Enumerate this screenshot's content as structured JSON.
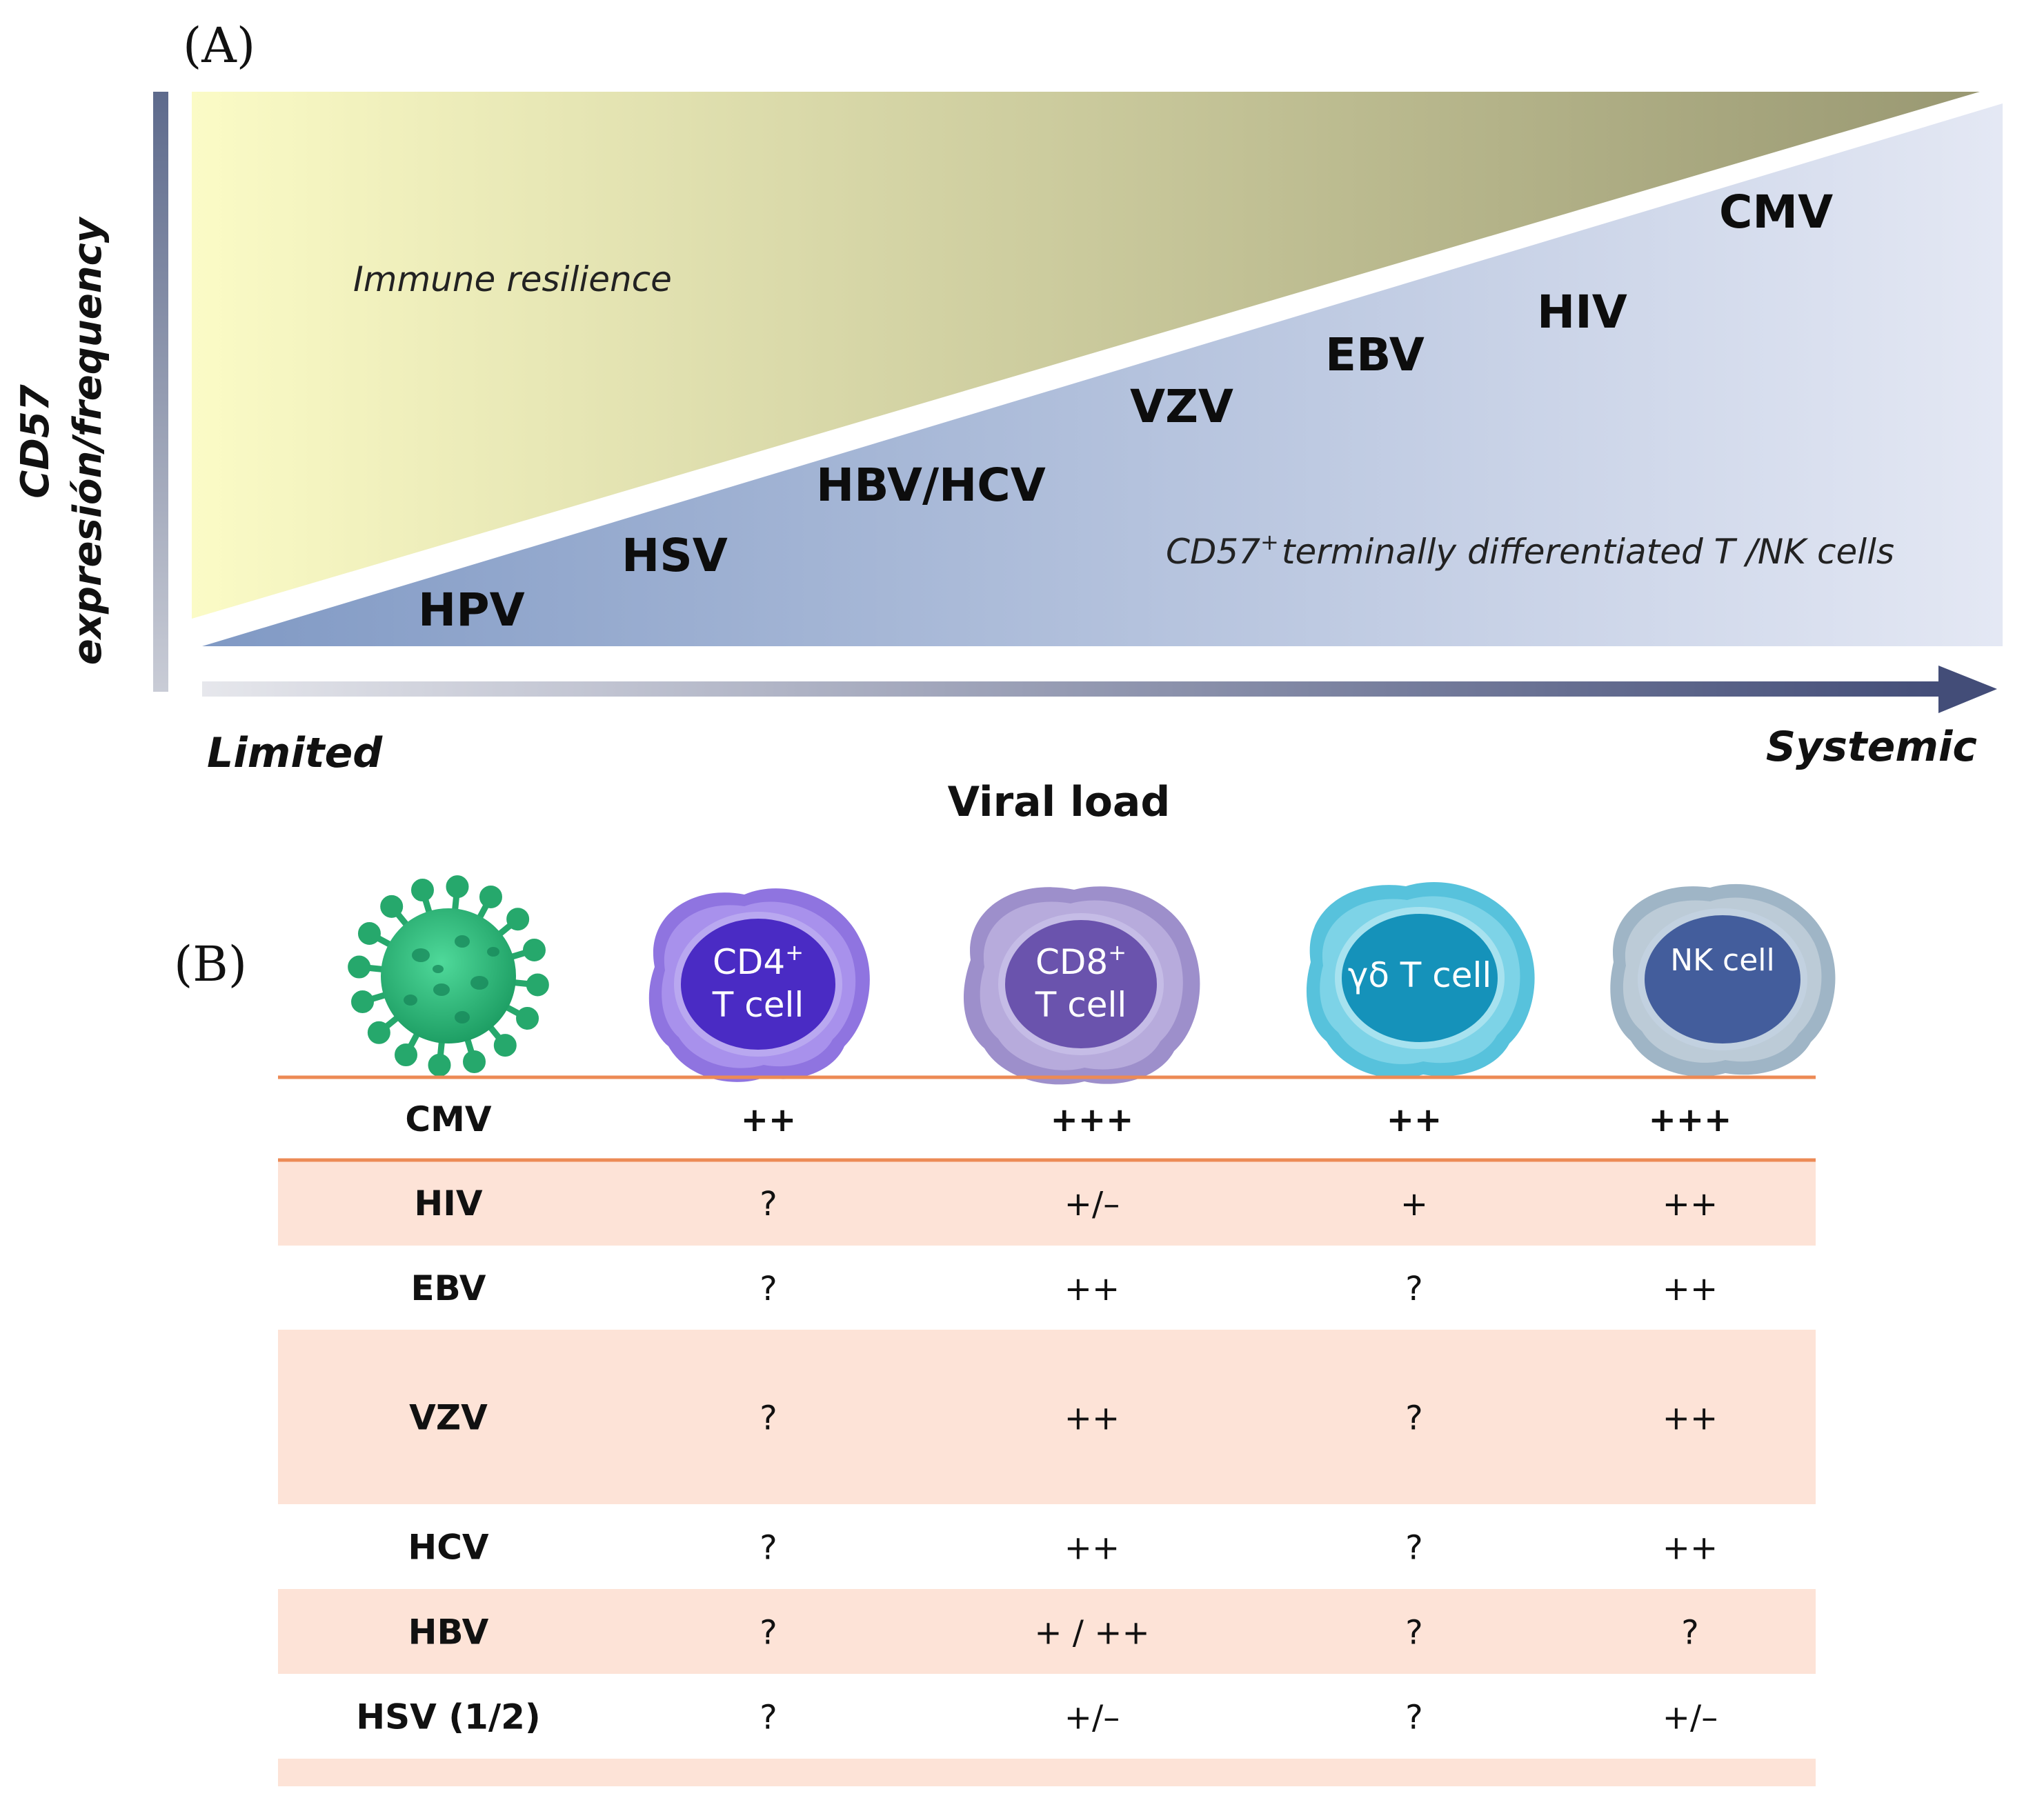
{
  "panel_a": {
    "label": "(A)",
    "y_axis_title_line1": "CD57",
    "y_axis_title_line2": "expresión/frequency",
    "x_axis_left": "Limited",
    "x_axis_right": "Systemic",
    "x_axis_title": "Viral load",
    "region_upper": "Immune resilience",
    "region_lower_prefix": "CD57",
    "region_lower_sup": "+",
    "region_lower_suffix": "terminally differentiated T /NK cells",
    "viruses": [
      "HPV",
      "HSV",
      "HBV/HCV",
      "VZV",
      "EBV",
      "HIV",
      "CMV"
    ],
    "colors": {
      "upper_left": "#fbfbc6",
      "upper_right": "#999872",
      "lower_left": "#8099c4",
      "lower_right": "#e4e8f4",
      "arrow": "#434d78"
    }
  },
  "panel_b": {
    "label": "(B)",
    "icons": [
      {
        "name": "virus-icon"
      },
      {
        "name": "cd4-t-cell-icon",
        "line1": "CD4",
        "sup": "+",
        "line2": "T cell",
        "color": "#5a38c8"
      },
      {
        "name": "cd8-t-cell-icon",
        "line1": "CD8",
        "sup": "+",
        "line2": "T cell",
        "color": "#7b66b8"
      },
      {
        "name": "gd-t-cell-icon",
        "line1": "γδ T cell",
        "sup": "",
        "line2": "",
        "color": "#2aa2c4"
      },
      {
        "name": "nk-cell-icon",
        "line1": "NK cell",
        "sup": "",
        "line2": "",
        "color": "#4f6aa6"
      }
    ],
    "rows": [
      {
        "virus": "CMV",
        "cells": [
          "++",
          "+++",
          "++",
          "+++"
        ],
        "shaded": false
      },
      {
        "virus": "HIV",
        "cells": [
          "?",
          "+/–",
          "+",
          "++"
        ],
        "shaded": true
      },
      {
        "virus": "EBV",
        "cells": [
          "?",
          "++",
          "?",
          "++"
        ],
        "shaded": false
      },
      {
        "virus": "VZV",
        "cells": [
          "?",
          "++",
          "?",
          "++"
        ],
        "shaded": true
      },
      {
        "virus": "HCV",
        "cells": [
          "?",
          "++",
          "?",
          "++"
        ],
        "shaded": false
      },
      {
        "virus": "HBV",
        "cells": [
          "?",
          "+ / ++",
          "?",
          "?"
        ],
        "shaded": true
      },
      {
        "virus": "HSV (1/2)",
        "cells": [
          "?",
          "+/–",
          "?",
          "+/–"
        ],
        "shaded": false
      }
    ],
    "colors": {
      "shade": "#fde3d7",
      "rule": "#ec8a55",
      "virus_body": "#27b877",
      "virus_spike": "#26a86c"
    }
  }
}
